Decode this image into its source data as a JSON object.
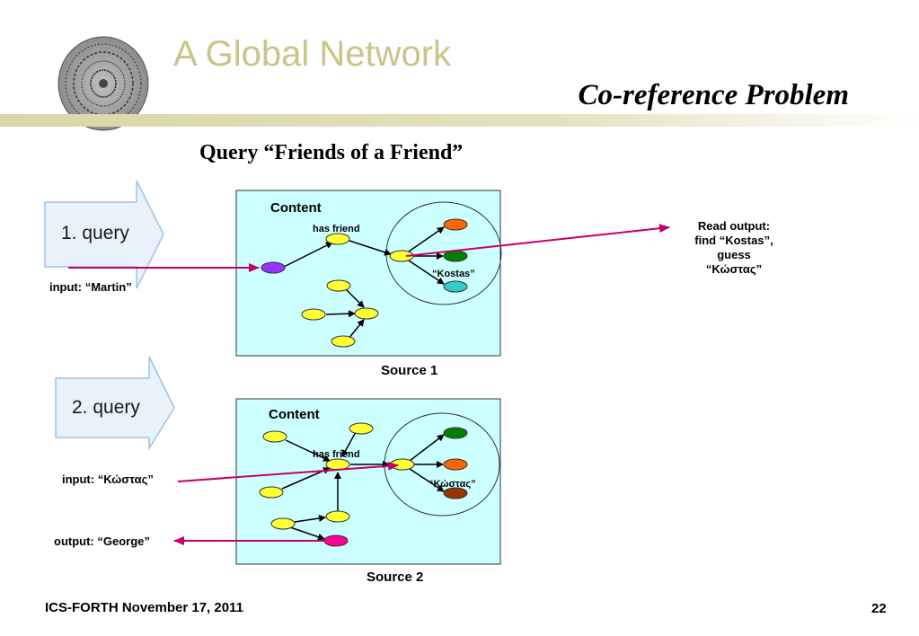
{
  "header": {
    "title": "A Global Network",
    "subtitle": "Co-reference Problem"
  },
  "diagram": {
    "title": "Query “Friends of a Friend”",
    "query1": {
      "label": "1. query",
      "input": "input: “Martin”",
      "content_label": "Content",
      "edge_label": "has friend",
      "node_label": "“Kostas”",
      "source_label": "Source 1",
      "read_output": [
        "Read output:",
        "find “Kostas”,",
        "guess",
        "“Κώστας”"
      ]
    },
    "query2": {
      "label": "2. query",
      "input": "input: “Κώστας”",
      "output": "output: “George”",
      "content_label": "Content",
      "edge_label": "has friend",
      "node_label": "“Κώστας”",
      "source_label": "Source 2"
    }
  },
  "footer": {
    "left": "ICS-FORTH November 17, 2011",
    "page_number": "22"
  },
  "colors": {
    "content_bg": "#ccffff",
    "arrow_fill": "#e8f2fb",
    "arrow_stroke": "#9dc3e6",
    "link_color": "#c4006a",
    "node_yellow": "#ffff33",
    "node_purple": "#9933ff",
    "node_orange": "#ff6600",
    "node_green": "#008000",
    "node_teal": "#33cccc",
    "node_brown": "#993300",
    "node_magenta": "#ff0099",
    "header_text": "#c9c487"
  }
}
